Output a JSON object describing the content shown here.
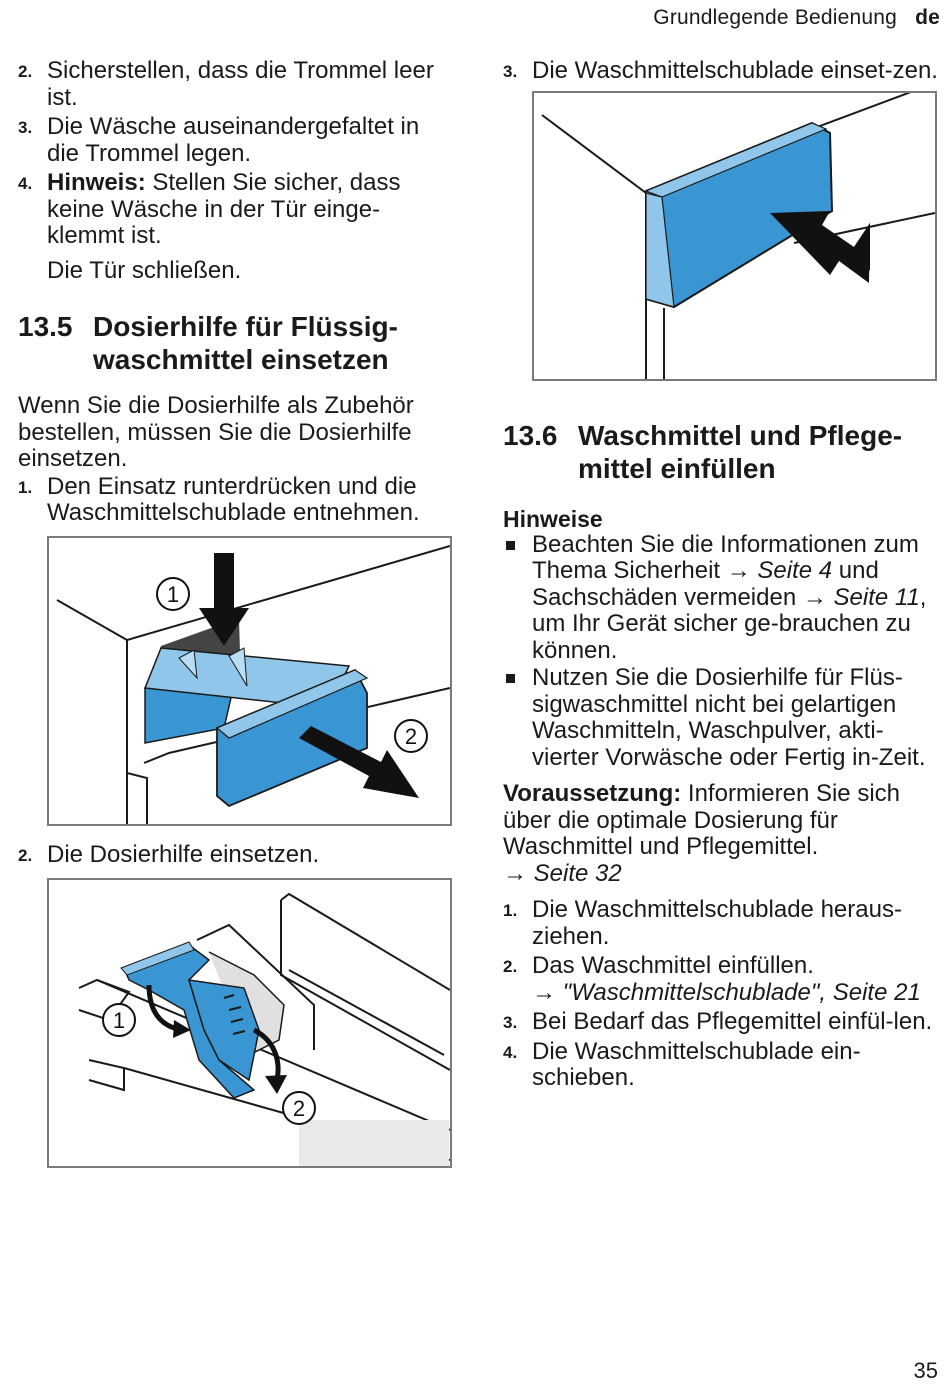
{
  "header": {
    "section": "Grundlegende Bedienung",
    "lang": "de"
  },
  "left": {
    "steps_a": [
      {
        "n": "2.",
        "text": "Sicherstellen, dass die Trommel leer ist."
      },
      {
        "n": "3.",
        "text": "Die Wäsche auseinandergefaltet in die Trommel legen."
      },
      {
        "n": "4.",
        "bold": "Hinweis:",
        "text": " Stellen Sie sicher, dass keine Wäsche in der Tür einge-klemmt ist."
      }
    ],
    "close_door": "Die Tür schließen.",
    "heading": {
      "number": "13.5",
      "title": "Dosierhilfe für Flüssig-waschmittel einsetzen"
    },
    "intro": "Wenn Sie die Dosierhilfe als Zubehör bestellen, müssen Sie die Dosierhilfe einsetzen.",
    "step1": {
      "n": "1.",
      "text": "Den Einsatz runterdrücken und die Waschmittelschublade entnehmen."
    },
    "fig1_labels": [
      "1",
      "2"
    ],
    "step2": {
      "n": "2.",
      "text": "Die Dosierhilfe einsetzen."
    },
    "fig2_labels": [
      "1",
      "2"
    ]
  },
  "right": {
    "step3": {
      "n": "3.",
      "text": "Die Waschmittelschublade einset-zen."
    },
    "heading": {
      "number": "13.6",
      "title": "Waschmittel und Pflege-mittel einfüllen"
    },
    "notes_title": "Hinweise",
    "note1": {
      "a": "Beachten Sie die Informationen zum Thema Sicherheit → ",
      "link1": "Seite 4",
      "b": " und Sachschäden vermeiden → ",
      "link2": "Seite 11",
      "c": ", um Ihr Gerät sicher ge-brauchen zu können."
    },
    "note2": "Nutzen Sie die Dosierhilfe für Flüs-sigwaschmittel nicht bei gelartigen Waschmitteln, Waschpulver, akti-vierter Vorwäsche oder Fertig in-Zeit.",
    "prereq": {
      "label": "Voraussetzung:",
      "text": " Informieren Sie sich über die optimale Dosierung für Waschmittel und Pflegemittel.",
      "arrow": "→ ",
      "link": "Seite 32"
    },
    "steps": [
      {
        "n": "1.",
        "text": "Die Waschmittelschublade heraus-ziehen."
      },
      {
        "n": "2.",
        "text": "Das Waschmittel einfüllen.",
        "arrow": "→ ",
        "link": "\"Waschmittelschublade\", Seite 21"
      },
      {
        "n": "3.",
        "text": "Bei Bedarf das Pflegemittel einfül-len."
      },
      {
        "n": "4.",
        "text": "Die Waschmittelschublade ein-schieben."
      }
    ]
  },
  "page_number": "35",
  "colors": {
    "drawer_blue": "#3a96d2",
    "drawer_light": "#8fc6ea",
    "text": "#1a1a1a",
    "frame": "#7a7a7a"
  }
}
